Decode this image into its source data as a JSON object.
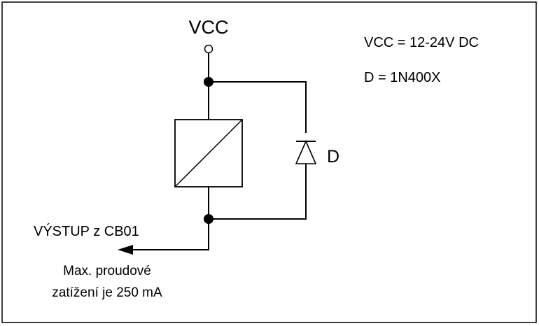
{
  "labels": {
    "vcc": "VCC",
    "diode": "D",
    "output": "VÝSTUP z CB01",
    "note_line1": "Max. proudové",
    "note_line2": "zatížení je 250 mA"
  },
  "specs": {
    "vcc_spec": "VCC = 12-24V DC",
    "diode_spec": "D = 1N400X"
  }
}
